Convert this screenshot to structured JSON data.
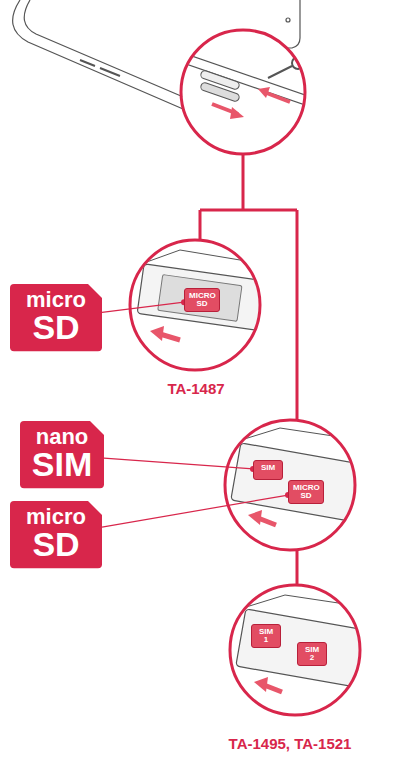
{
  "diagram": {
    "nodes": [
      {
        "text": [
          "micro",
          "SD"
        ]
      },
      {
        "text": [
          "MICRO SD"
        ]
      },
      {
        "text": [
          "nano",
          "SIM"
        ]
      },
      {
        "text": [
          "micro",
          "SD"
        ]
      },
      {
        "text": [
          "SIM"
        ]
      },
      {
        "text": [
          "MICRO SD"
        ]
      },
      {
        "text": [
          "SIM 1"
        ]
      },
      {
        "text": [
          "SIM 2"
        ]
      }
    ],
    "edges": [
      {
        "from": 0,
        "to": 1,
        "arrow": "none"
      },
      {
        "from": 2,
        "to": 4,
        "arrow": "none"
      },
      {
        "from": 3,
        "to": 5,
        "arrow": "none"
      }
    ],
    "labels": [
      "TA-1487",
      "TA-1495, TA-1521"
    ]
  }
}
